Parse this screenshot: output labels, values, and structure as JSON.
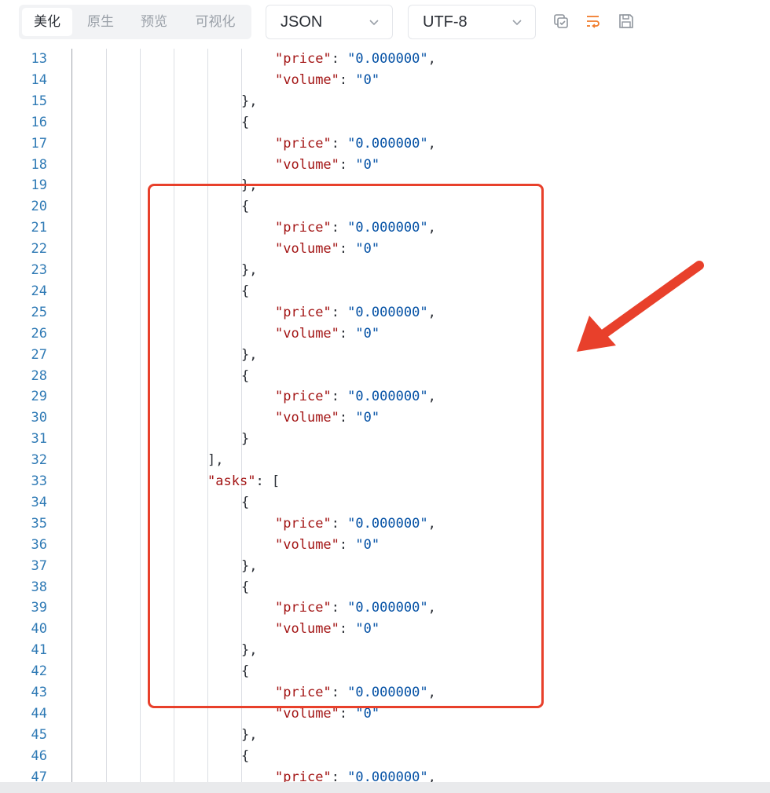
{
  "toolbar": {
    "tabs": [
      {
        "label": "美化",
        "active": true
      },
      {
        "label": "原生",
        "active": false
      },
      {
        "label": "预览",
        "active": false
      },
      {
        "label": "可视化",
        "active": false
      }
    ],
    "format_select": "JSON",
    "encoding_select": "UTF-8",
    "icons": [
      "copy-icon",
      "wrap-lines-icon",
      "save-icon"
    ]
  },
  "editor": {
    "lines": [
      {
        "n": "13",
        "indent": 3,
        "key": "price",
        "val": "0.000000",
        "tail": ","
      },
      {
        "n": "14",
        "indent": 3,
        "key": "volume",
        "val": "0",
        "tail": ""
      },
      {
        "n": "15",
        "indent": 2,
        "text": "},"
      },
      {
        "n": "16",
        "indent": 2,
        "text": "{"
      },
      {
        "n": "17",
        "indent": 3,
        "key": "price",
        "val": "0.000000",
        "tail": ","
      },
      {
        "n": "18",
        "indent": 3,
        "key": "volume",
        "val": "0",
        "tail": ""
      },
      {
        "n": "19",
        "indent": 2,
        "text": "},"
      },
      {
        "n": "20",
        "indent": 2,
        "text": "{"
      },
      {
        "n": "21",
        "indent": 3,
        "key": "price",
        "val": "0.000000",
        "tail": ","
      },
      {
        "n": "22",
        "indent": 3,
        "key": "volume",
        "val": "0",
        "tail": ""
      },
      {
        "n": "23",
        "indent": 2,
        "text": "},"
      },
      {
        "n": "24",
        "indent": 2,
        "text": "{"
      },
      {
        "n": "25",
        "indent": 3,
        "key": "price",
        "val": "0.000000",
        "tail": ","
      },
      {
        "n": "26",
        "indent": 3,
        "key": "volume",
        "val": "0",
        "tail": ""
      },
      {
        "n": "27",
        "indent": 2,
        "text": "},"
      },
      {
        "n": "28",
        "indent": 2,
        "text": "{"
      },
      {
        "n": "29",
        "indent": 3,
        "key": "price",
        "val": "0.000000",
        "tail": ","
      },
      {
        "n": "30",
        "indent": 3,
        "key": "volume",
        "val": "0",
        "tail": ""
      },
      {
        "n": "31",
        "indent": 2,
        "text": "}"
      },
      {
        "n": "32",
        "indent": 1,
        "text": "],"
      },
      {
        "n": "33",
        "indent": 1,
        "key": "asks",
        "tail": ": ["
      },
      {
        "n": "34",
        "indent": 2,
        "text": "{"
      },
      {
        "n": "35",
        "indent": 3,
        "key": "price",
        "val": "0.000000",
        "tail": ","
      },
      {
        "n": "36",
        "indent": 3,
        "key": "volume",
        "val": "0",
        "tail": ""
      },
      {
        "n": "37",
        "indent": 2,
        "text": "},"
      },
      {
        "n": "38",
        "indent": 2,
        "text": "{"
      },
      {
        "n": "39",
        "indent": 3,
        "key": "price",
        "val": "0.000000",
        "tail": ","
      },
      {
        "n": "40",
        "indent": 3,
        "key": "volume",
        "val": "0",
        "tail": ""
      },
      {
        "n": "41",
        "indent": 2,
        "text": "},"
      },
      {
        "n": "42",
        "indent": 2,
        "text": "{"
      },
      {
        "n": "43",
        "indent": 3,
        "key": "price",
        "val": "0.000000",
        "tail": ","
      },
      {
        "n": "44",
        "indent": 3,
        "key": "volume",
        "val": "0",
        "tail": ""
      },
      {
        "n": "45",
        "indent": 2,
        "text": "},"
      },
      {
        "n": "46",
        "indent": 2,
        "text": "{"
      },
      {
        "n": "47",
        "indent": 3,
        "key": "price",
        "val": "0.000000",
        "tail": ","
      }
    ]
  },
  "annotation": {
    "color": "#e8402b"
  }
}
